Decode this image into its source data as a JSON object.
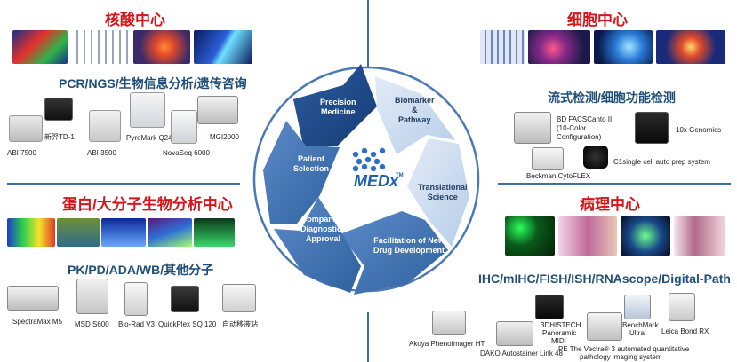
{
  "sections": {
    "nucleic": {
      "title": "核酸中心",
      "subtitle": "PCR/NGS/生物信息分析/遗传咨询",
      "instruments": [
        "ABI 7500",
        "新羿TD-1",
        "ABI 3500",
        "PyroMark Q24",
        "NovaSeq 6000",
        "MGI2000"
      ]
    },
    "cell": {
      "title": "细胞中心",
      "subtitle": "流式检测/细胞功能检测",
      "instruments": [
        "BD FACSCanto II",
        "(10-Color",
        "Configuration)",
        "10x Genomics",
        "C1single cell auto prep system",
        "Beckman CytoFLEX"
      ]
    },
    "protein": {
      "title": "蛋白/大分子生物分析中心",
      "subtitle": "PK/PD/ADA/WB/其他分子",
      "instruments": [
        "SpectraMax M5",
        "MSD S600",
        "Bio-Rad V3",
        "QuickPlex SQ 120",
        "自动移液站"
      ]
    },
    "pathology": {
      "title": "病理中心",
      "subtitle": "IHC/mIHC/FISH/ISH/RNAscope/Digital-Path",
      "instruments": [
        "Akoya PhenoImager HT",
        "DAKO Autostainer Link 48",
        "3DHISTECH",
        "Panoramic",
        "MIDI",
        "BenchMark",
        "Ultra",
        "Leica Bond RX",
        "PE The Vectra® 3 automated quantitative",
        "pathology imaging system"
      ]
    }
  },
  "cycle": {
    "logo": "MEDx",
    "logo_tm": "TM",
    "segments": [
      [
        "Precision",
        "Medicine"
      ],
      [
        "Biomarker",
        "&",
        "Pathway"
      ],
      [
        "Translational",
        "Science"
      ],
      [
        "Facilitation of New",
        "Drug Development"
      ],
      [
        "Companion",
        "Diagnostics",
        "Approval"
      ],
      [
        "Patient",
        "Selection"
      ]
    ]
  },
  "colors": {
    "section_title": "#d7141a",
    "subtitle": "#1f4e79",
    "divider": "#3f6ea5",
    "segment_dark": "#1f4e8c",
    "segment_mid": "#3f73b3",
    "segment_light": "#c7d9ee"
  }
}
